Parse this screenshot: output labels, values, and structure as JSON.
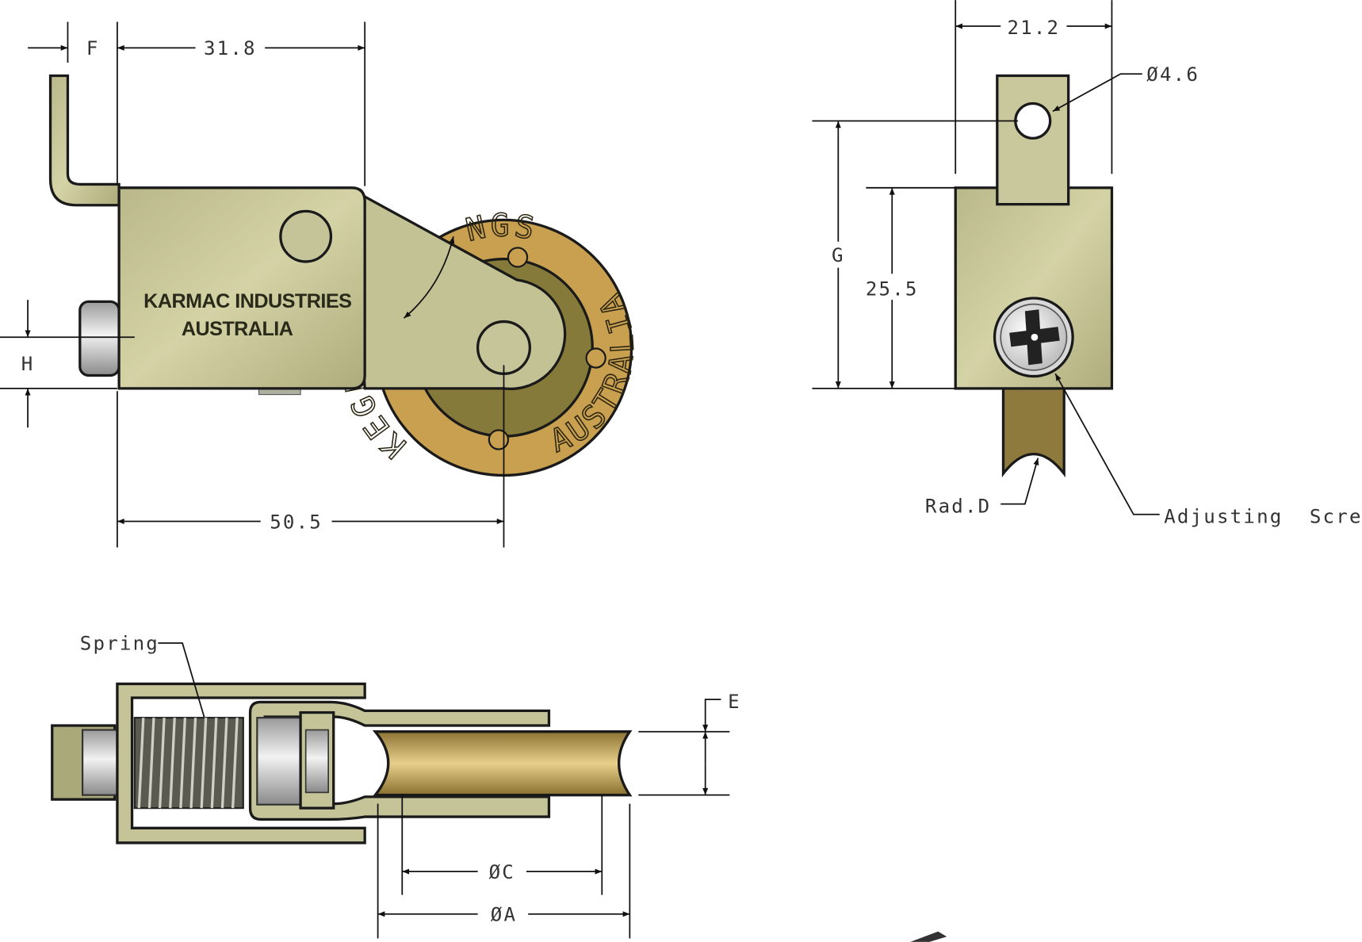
{
  "side_view": {
    "dim_f": "F",
    "dim_31_8": "31.8",
    "dim_h": "H",
    "dim_50_5": "50.5",
    "brand_line1": "KARMAC INDUSTRIES",
    "brand_line2": "AUSTRALIA",
    "wheel_text_left": "KEGLER",
    "wheel_text_top": "NGS",
    "wheel_text_right": "AUSTRALIA"
  },
  "end_view": {
    "dim_21_2": "21.2",
    "dim_hole": "Ø4.6",
    "dim_g": "G",
    "dim_25_5": "25.5",
    "label_rad": "Rad.D",
    "label_screw": "Adjusting  Screw"
  },
  "top_view": {
    "label_spring": "Spring",
    "dim_e": "E",
    "dim_c": "ØC",
    "dim_a": "ØA"
  },
  "colors": {
    "bracket": "#c9c99a",
    "wheel_rim": "#c8a050",
    "wheel_inner": "#857a3a"
  }
}
